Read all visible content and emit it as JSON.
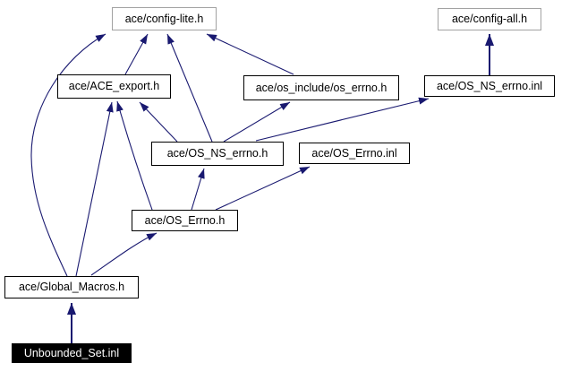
{
  "colors": {
    "background": "#ffffff",
    "edge": "#191970",
    "node_border": "#000000",
    "external_node_border": "#a2a2a2",
    "node_fill": "#ffffff",
    "current_node_fill": "#000000",
    "current_node_text": "#ffffff"
  },
  "diagram": {
    "kind": "include-dependency-graph",
    "nodes": [
      {
        "id": "config-lite",
        "label": "ace/config-lite.h",
        "style": "external"
      },
      {
        "id": "config-all",
        "label": "ace/config-all.h",
        "style": "external"
      },
      {
        "id": "ace-export",
        "label": "ace/ACE_export.h",
        "style": "normal"
      },
      {
        "id": "os-include-os-errno",
        "label": "ace/os_include/os_errno.h",
        "style": "normal"
      },
      {
        "id": "os-ns-errno-inl",
        "label": "ace/OS_NS_errno.inl",
        "style": "normal"
      },
      {
        "id": "os-ns-errno-h",
        "label": "ace/OS_NS_errno.h",
        "style": "normal"
      },
      {
        "id": "os-errno-inl",
        "label": "ace/OS_Errno.inl",
        "style": "normal"
      },
      {
        "id": "os-errno-h",
        "label": "ace/OS_Errno.h",
        "style": "normal"
      },
      {
        "id": "global-macros",
        "label": "ace/Global_Macros.h",
        "style": "normal"
      },
      {
        "id": "unbounded-set-inl",
        "label": "Unbounded_Set.inl",
        "style": "current"
      }
    ],
    "edges": [
      {
        "from": "Unbounded_Set.inl",
        "to": "ace/Global_Macros.h"
      },
      {
        "from": "ace/Global_Macros.h",
        "to": "ace/config-lite.h"
      },
      {
        "from": "ace/Global_Macros.h",
        "to": "ace/ACE_export.h"
      },
      {
        "from": "ace/Global_Macros.h",
        "to": "ace/OS_Errno.h"
      },
      {
        "from": "ace/OS_Errno.h",
        "to": "ace/ACE_export.h"
      },
      {
        "from": "ace/OS_Errno.h",
        "to": "ace/OS_NS_errno.h"
      },
      {
        "from": "ace/OS_Errno.h",
        "to": "ace/OS_Errno.inl"
      },
      {
        "from": "ace/OS_NS_errno.h",
        "to": "ace/ACE_export.h"
      },
      {
        "from": "ace/OS_NS_errno.h",
        "to": "ace/config-lite.h"
      },
      {
        "from": "ace/OS_NS_errno.h",
        "to": "ace/os_include/os_errno.h"
      },
      {
        "from": "ace/OS_NS_errno.h",
        "to": "ace/OS_NS_errno.inl"
      },
      {
        "from": "ace/ACE_export.h",
        "to": "ace/config-lite.h"
      },
      {
        "from": "ace/os_include/os_errno.h",
        "to": "ace/config-lite.h"
      },
      {
        "from": "ace/OS_NS_errno.inl",
        "to": "ace/config-all.h"
      }
    ]
  }
}
